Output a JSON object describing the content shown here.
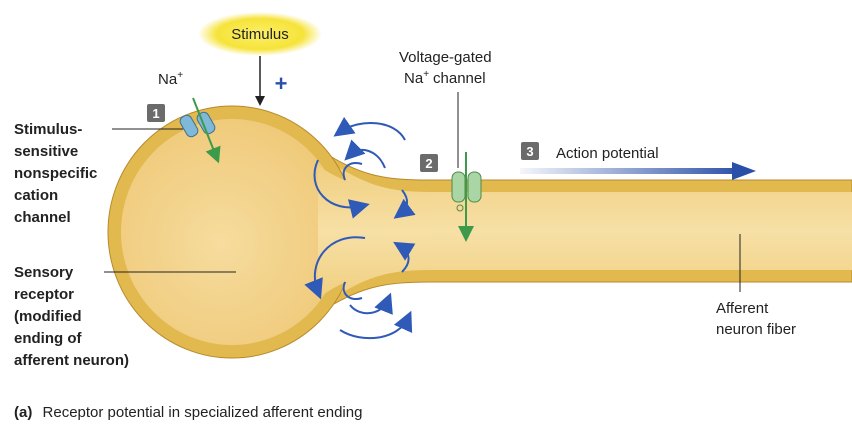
{
  "labels": {
    "stimulus": "Stimulus",
    "plus": "+",
    "na": "Na",
    "na_sup": "+",
    "voltage_gated_line1": "Voltage-gated",
    "voltage_gated_na": "Na",
    "voltage_gated_sup": "+",
    "voltage_gated_line2": "channel",
    "stimulus_channel": [
      "Stimulus-",
      "sensitive",
      "nonspecific",
      "cation",
      "channel"
    ],
    "sensory_receptor": [
      "Sensory",
      "receptor",
      "(modified",
      "ending of",
      "afferent neuron)"
    ],
    "afferent_fiber": [
      "Afferent",
      "neuron fiber"
    ],
    "action_potential": "Action potential"
  },
  "steps": [
    "1",
    "2",
    "3"
  ],
  "caption": {
    "tag": "(a)",
    "text": "Receptor potential in specialized afferent ending"
  },
  "colors": {
    "membrane": "#e2b94f",
    "membrane_edge": "#b8892a",
    "cytoplasm": "#f3d48f",
    "fiber_core": "#f5dc9c",
    "stimulus_glow": "#f6e33a",
    "arrow_blue": "#2a4fa8",
    "current_blue": "#2f5ab8",
    "green_arrow": "#3c9a4a",
    "channel_blue": "#7fb8d8",
    "channel_green": "#a9d6a4",
    "step_box": "#6b6b6b"
  }
}
